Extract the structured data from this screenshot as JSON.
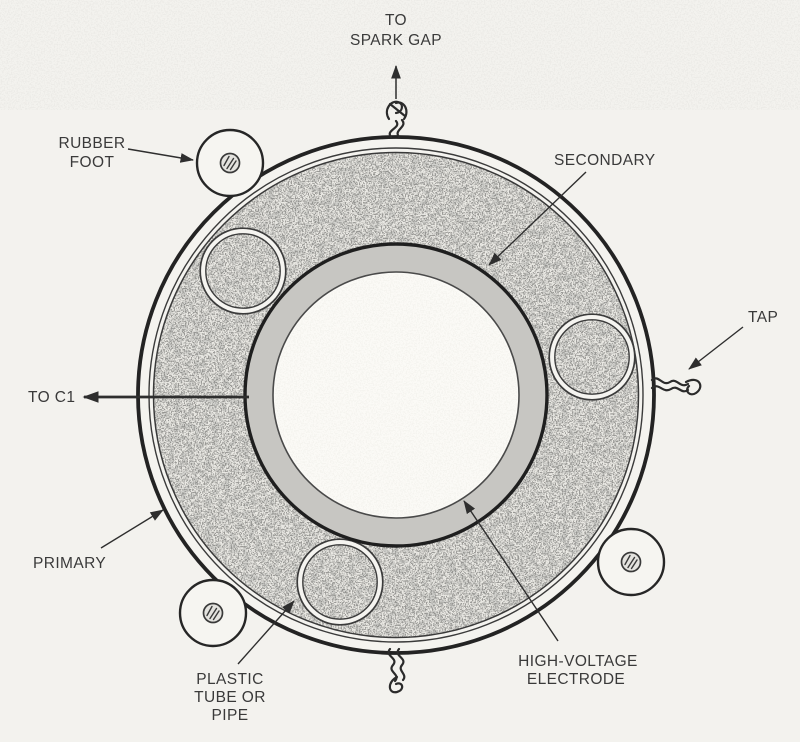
{
  "figure": {
    "labels": {
      "spark_gap_1": "TO",
      "spark_gap_2": "SPARK GAP",
      "rubber_foot_1": "RUBBER",
      "rubber_foot_2": "FOOT",
      "secondary": "SECONDARY",
      "tap": "TAP",
      "to_c1": "TO C1",
      "primary": "PRIMARY",
      "plastic_1": "PLASTIC",
      "plastic_2": "TUBE OR",
      "plastic_3": "PIPE",
      "hv_1": "HIGH-VOLTAGE",
      "hv_2": "ELECTRODE"
    },
    "colors": {
      "background": "#f3f2ee",
      "ink": "#2e2e2e",
      "rim_fill": "#f4f3ef",
      "stipple_base": "#e9e8e3",
      "secondary_ring": "#c7c6c2",
      "inner_circle": "#fbfaf6",
      "foot_fill": "#f6f5f1"
    },
    "icons": [
      "screw-head-icon",
      "twisted-wire-icon",
      "arrowhead-icon"
    ]
  }
}
